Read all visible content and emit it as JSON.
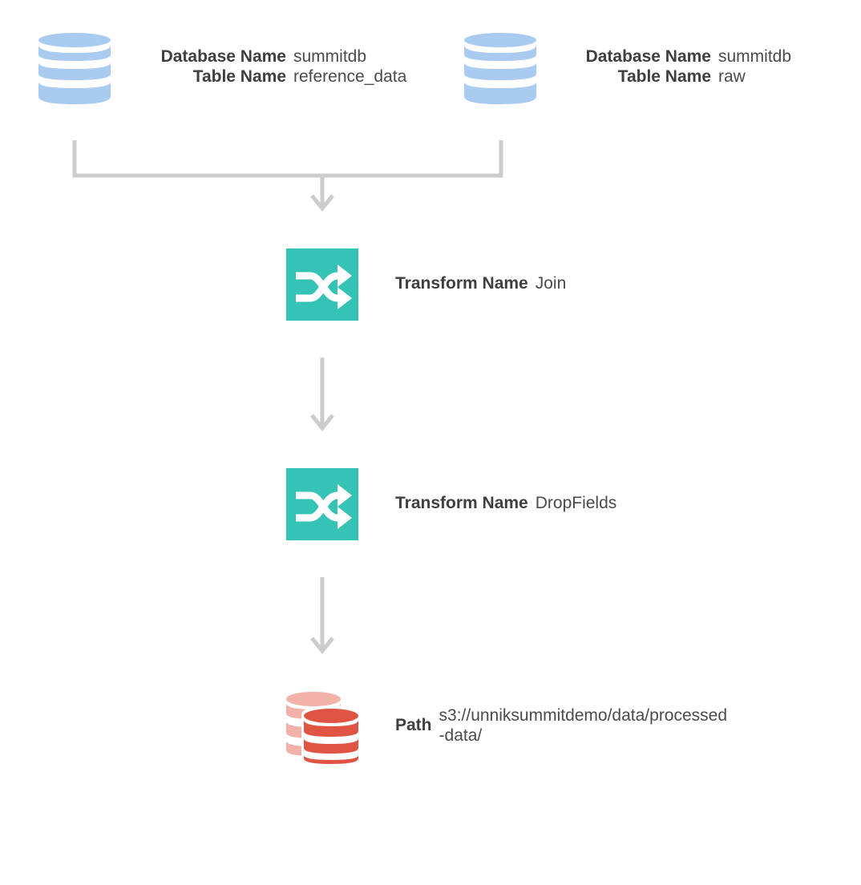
{
  "sources": [
    {
      "db_key": "Database Name",
      "db_value": "summitdb",
      "table_key": "Table Name",
      "table_value": "reference_data",
      "icon": "database-icon",
      "color": "#a9cbf0"
    },
    {
      "db_key": "Database Name",
      "db_value": "summitdb",
      "table_key": "Table Name",
      "table_value": "raw",
      "icon": "database-icon",
      "color": "#a9cbf0"
    }
  ],
  "transforms": [
    {
      "key": "Transform Name",
      "value": "Join",
      "icon": "shuffle-icon",
      "color": "#35c3b5"
    },
    {
      "key": "Transform Name",
      "value": "DropFields",
      "icon": "shuffle-icon",
      "color": "#35c3b5"
    }
  ],
  "target": {
    "key": "Path",
    "value": "s3://unniksummitdemo/data/processed-data/",
    "icon": "s3-stack-icon",
    "color_back": "#f2b1a9",
    "color_front": "#e05443"
  },
  "connector_color": "#cccccc"
}
